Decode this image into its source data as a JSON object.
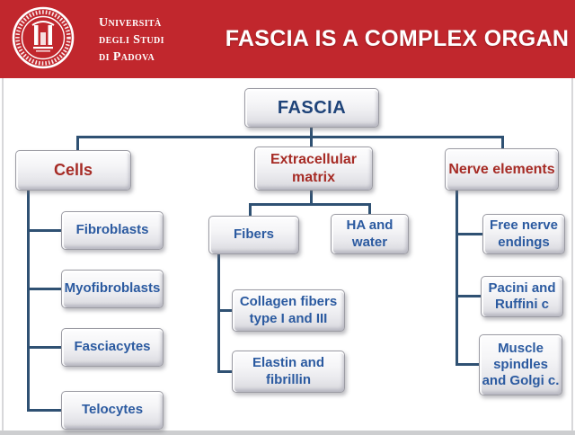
{
  "header": {
    "university_name": [
      "Università",
      "degli Studi",
      "di Padova"
    ],
    "title": "FASCIA IS A COMPLEX ORGAN"
  },
  "colors": {
    "header_bg": "#C1272D",
    "header_text": "#FFFFFF",
    "category_text": "#A62B25",
    "node_text": "#2B5AA0",
    "root_text": "#1E4379",
    "connector": "#2F5173"
  },
  "tree": {
    "root": {
      "label": "FASCIA"
    },
    "branches": [
      {
        "label": "Cells",
        "children": [
          {
            "label": "Fibroblasts"
          },
          {
            "label": "Myofibroblasts"
          },
          {
            "label": "Fasciacytes"
          },
          {
            "label": "Telocytes"
          }
        ]
      },
      {
        "label": "Extracellular matrix",
        "children": [
          {
            "label": "Fibers",
            "children": [
              {
                "label": "Collagen fibers type I and III"
              },
              {
                "label": "Elastin and fibrillin"
              }
            ]
          },
          {
            "label": "HA and water"
          }
        ]
      },
      {
        "label": "Nerve elements",
        "children": [
          {
            "label": "Free nerve endings"
          },
          {
            "label": "Pacini and Ruffini c"
          },
          {
            "label": "Muscle spindles and Golgi c."
          }
        ]
      }
    ]
  }
}
